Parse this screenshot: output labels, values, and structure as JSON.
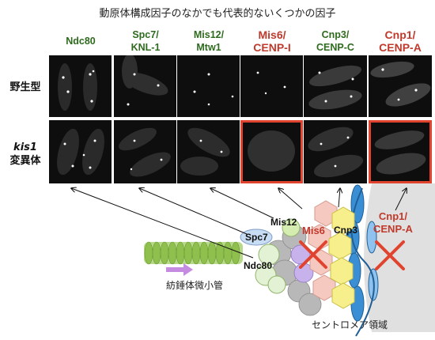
{
  "title": "動原体構成因子のなかでも代表的ないくつかの因子",
  "columns": [
    {
      "label": "Ndc80",
      "color": "#2e6b1e"
    },
    {
      "label": "Spc7/\nKNL-1",
      "color": "#2e6b1e"
    },
    {
      "label": "Mis12/\nMtw1",
      "color": "#2e6b1e"
    },
    {
      "label": "Mis6/\nCENP-I",
      "color": "#c0392b"
    },
    {
      "label": "Cnp3/\nCENP-C",
      "color": "#2e6b1e"
    },
    {
      "label": "Cnp1/\nCENP-A",
      "color": "#c0392b"
    }
  ],
  "rows": [
    {
      "label": "野生型"
    },
    {
      "label_line1": "kis1",
      "label_line2": "変異体"
    }
  ],
  "diagram": {
    "labels": {
      "mis12": "Mis12",
      "spc7": "Spc7",
      "ndc80": "Ndc80",
      "mis6": "Mis6",
      "cnp3": "Cnp3",
      "cnp1": "Cnp1/\nCENP-A",
      "microtubule": "紡錘体微小管",
      "centromere": "セントロメア領域"
    }
  },
  "colors": {
    "green_label": "#2e6b1e",
    "red_label": "#c0392b",
    "highlight_border": "#e0442f",
    "microtubule": "#8fbf4d",
    "arrow": "#c58be0"
  }
}
